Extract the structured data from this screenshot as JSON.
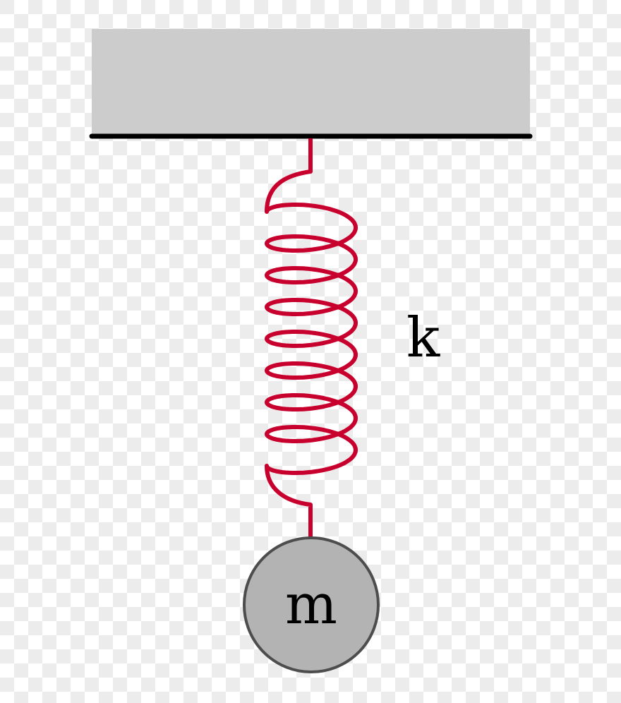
{
  "labels": {
    "spring_constant": "k",
    "mass": "m"
  },
  "colors": {
    "ceiling": "#cccccc",
    "ceiling_edge": "#000000",
    "spring": "#c8002d",
    "mass_fill": "#b3b3b3",
    "mass_stroke": "#4d4d4d"
  },
  "spring": {
    "coil_turns": 8
  }
}
